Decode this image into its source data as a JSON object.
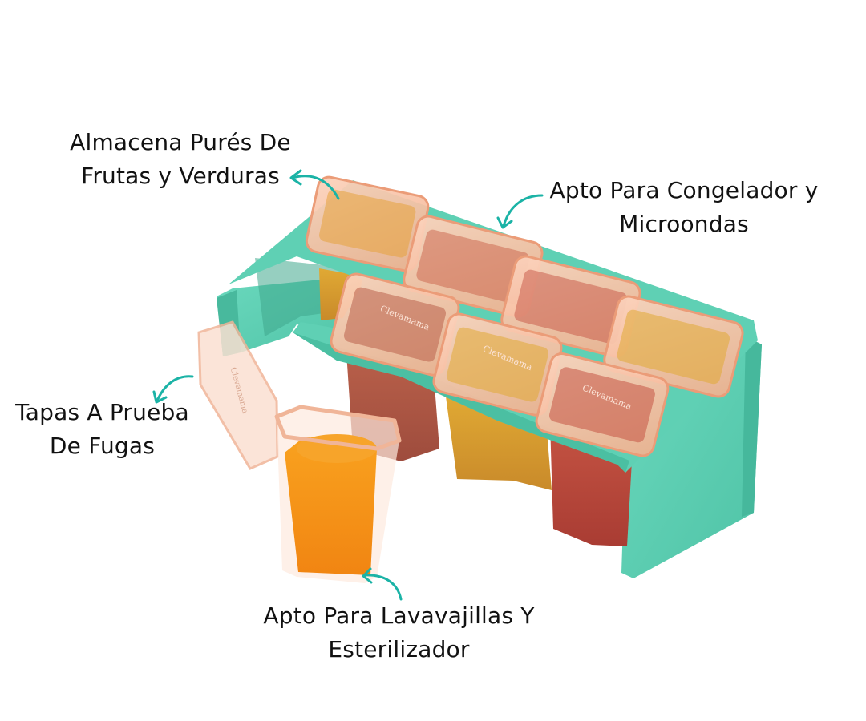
{
  "product": {
    "brand_engraving": "Clevamama",
    "containers_count": 8,
    "colors": {
      "rack": "#5fd0b4",
      "rack_shadow": "#46b89c",
      "lid": "#f7b99a",
      "lid_edge": "#eb9c78",
      "arrow": "#1bb3a6",
      "puree_orange": "#f7941d",
      "puree_yellow": "#d99a2b",
      "puree_red": "#b9473a",
      "puree_brick": "#a95a45"
    }
  },
  "callouts": [
    {
      "id": "purees",
      "lines": [
        "Almacena Purés De",
        "Frutas y Verduras"
      ]
    },
    {
      "id": "freezer",
      "lines": [
        "Apto Para Congelador y",
        "Microondas"
      ]
    },
    {
      "id": "lids",
      "lines": [
        "Tapas A Prueba",
        "De Fugas"
      ]
    },
    {
      "id": "dishwasher",
      "lines": [
        "Apto Para Lavavajillas Y",
        "Esterilizador"
      ]
    }
  ]
}
